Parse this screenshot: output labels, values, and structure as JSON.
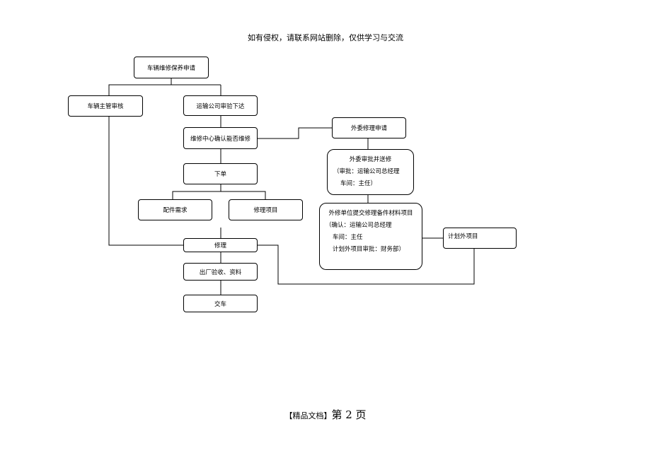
{
  "header": {
    "text": "如有侵权，请联系网站删除，仅供学习与交流"
  },
  "footer": {
    "prefix": "【精品文档】",
    "page": "第 2 页"
  },
  "flow": {
    "apply": "车辆维修保养申请",
    "supervisor": "车辆主管审核",
    "transport_issue": "运输公司审验下达",
    "repair_center": "维修中心确认能否维修",
    "outsource_apply": "外委修理申请",
    "outsource_approve": {
      "title": "外委审批并送修",
      "line1": "（审批：运输公司总经理",
      "line2": "车间：主任）"
    },
    "outsource_submit": {
      "title": "外修单位提交修理备件材料项目",
      "line1": "（确认：运输公司总经理",
      "line2": "车间：主任",
      "line3": "计划外项目审批：财务部）"
    },
    "unplanned": "计划外项目",
    "order": "下单",
    "parts": "配件需求",
    "items": "修理项目",
    "repair": "修理",
    "acceptance": "出厂验收、资料",
    "delivery": "交车"
  }
}
